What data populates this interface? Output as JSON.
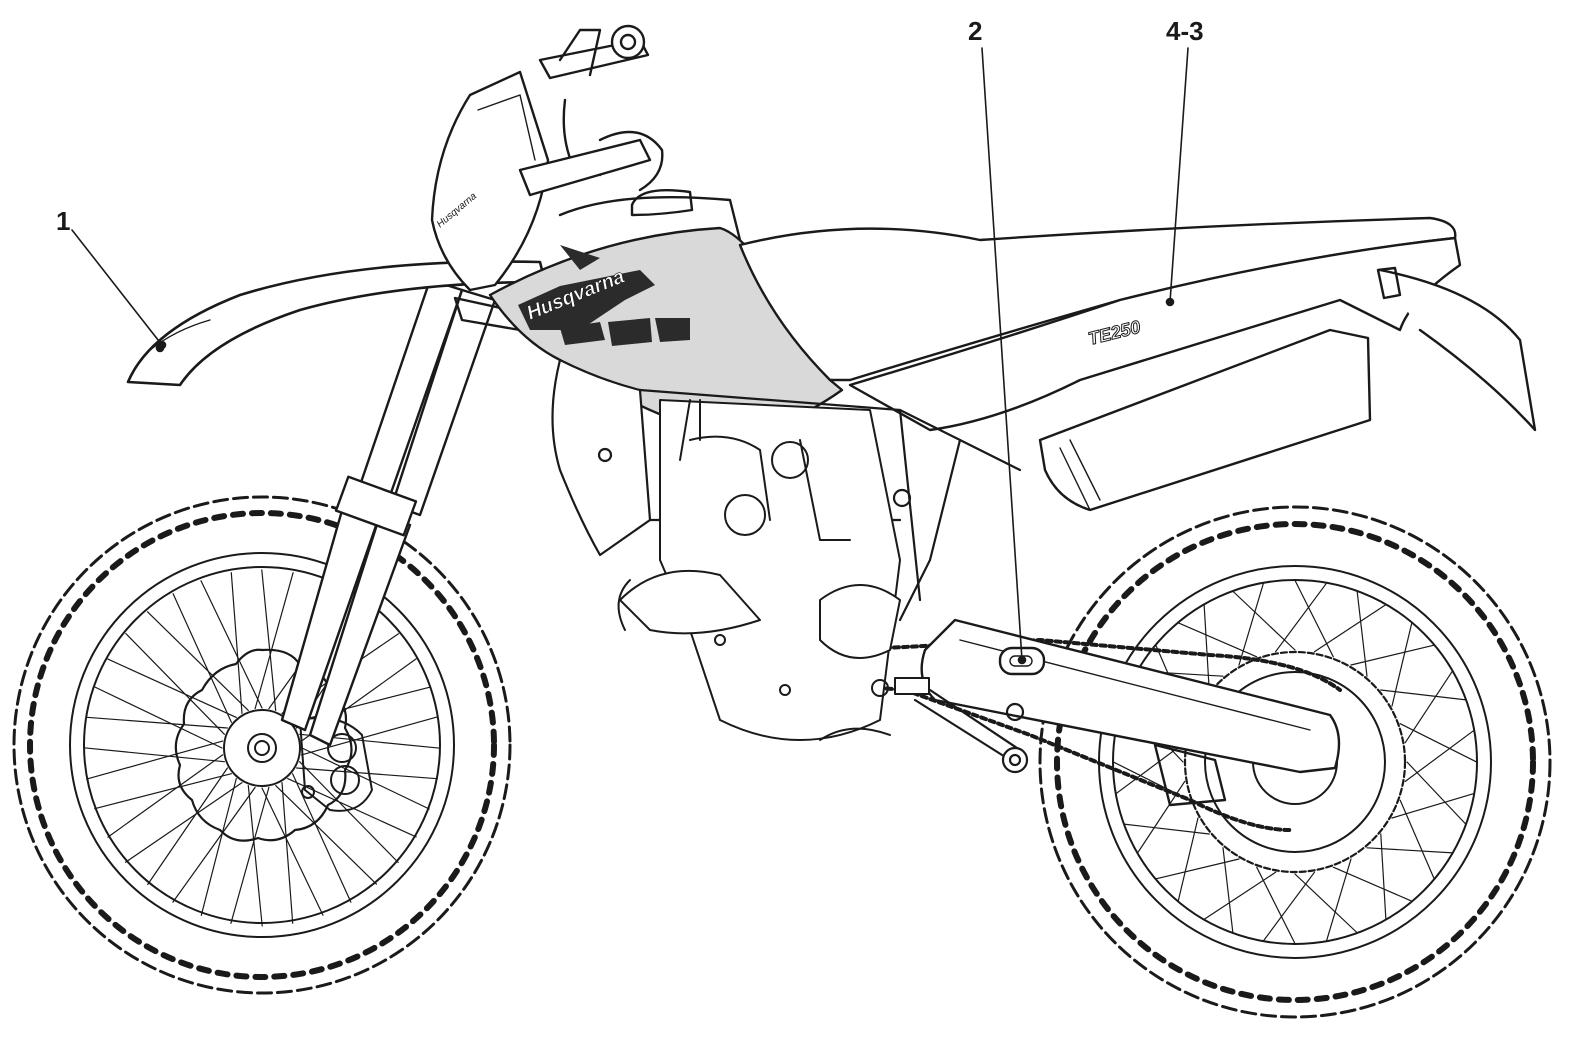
{
  "callouts": [
    {
      "id": "c1",
      "label": "1",
      "target": "front fender"
    },
    {
      "id": "c2",
      "label": "2",
      "target": "swingarm"
    },
    {
      "id": "c3",
      "label": "4-3",
      "target": "side panel"
    }
  ],
  "decals": {
    "tank_brand": "Husqvarna",
    "plate_brand": "Husqvarna",
    "model": "TE250"
  },
  "colors": {
    "line": "#1a1a1a",
    "tank_panel": "#d9d9d9",
    "graphic_dark": "#2b2b2b"
  }
}
